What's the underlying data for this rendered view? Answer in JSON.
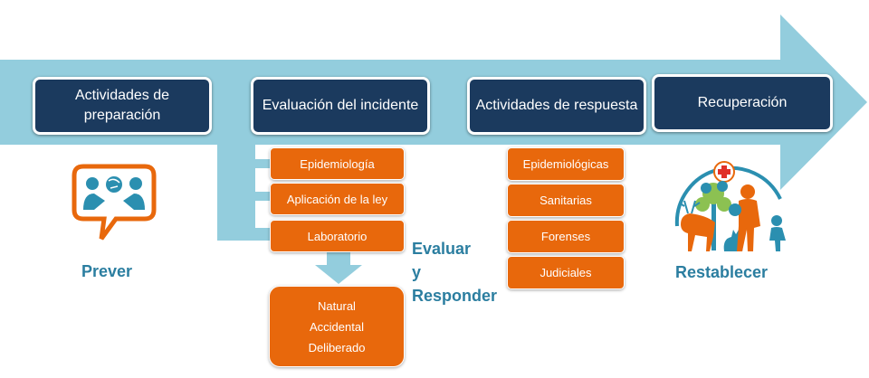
{
  "phases": [
    {
      "label": "Actividades de preparación"
    },
    {
      "label": "Evaluación del incidente"
    },
    {
      "label": "Actividades de respuesta"
    },
    {
      "label": "Recuperación"
    }
  ],
  "evaluation_items": [
    "Epidemiología",
    "Aplicación de la ley",
    "Laboratorio"
  ],
  "response_items": [
    "Epidemiológicas",
    "Sanitarias",
    "Forenses",
    "Judiciales"
  ],
  "origin": {
    "line1": "Natural",
    "line2": "Accidental",
    "line3": "Deliberado"
  },
  "labels": {
    "prever": "Prever",
    "evaluar1": "Evaluar",
    "evaluar2": "y",
    "evaluar3": "Responder",
    "restablecer": "Restablecer"
  },
  "colors": {
    "arrow": "#93cddd",
    "phase": "#1b3a5e",
    "orange": "#e8680c",
    "label": "#2b7ea0"
  }
}
